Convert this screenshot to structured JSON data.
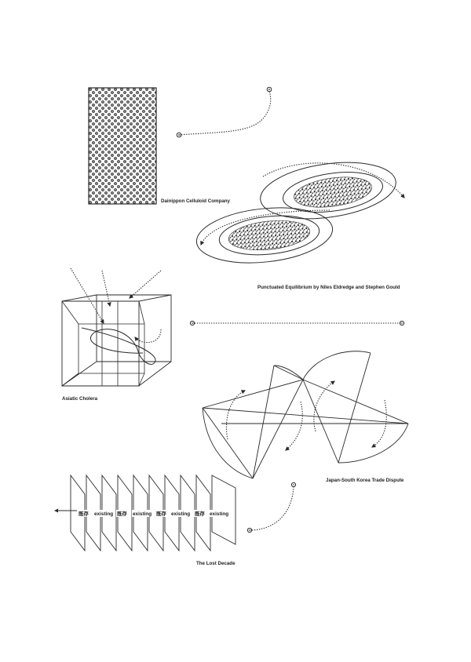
{
  "labels": {
    "dainippon": "Dainippon Celluloid Company",
    "punctuated": "Punctuated Equilibrium by Niles Eldredge and Stephen Gould",
    "cholera": "Asiatic Cholera",
    "trade": "Japan-South Korea Trade Dispute",
    "lost": "The Lost Decade"
  },
  "frames": [
    "既存",
    "existing",
    "既存",
    "existing",
    "既存",
    "existing",
    "既存",
    "existing"
  ],
  "colors": {
    "ink": "#2a2a2a",
    "background": "#ffffff"
  }
}
